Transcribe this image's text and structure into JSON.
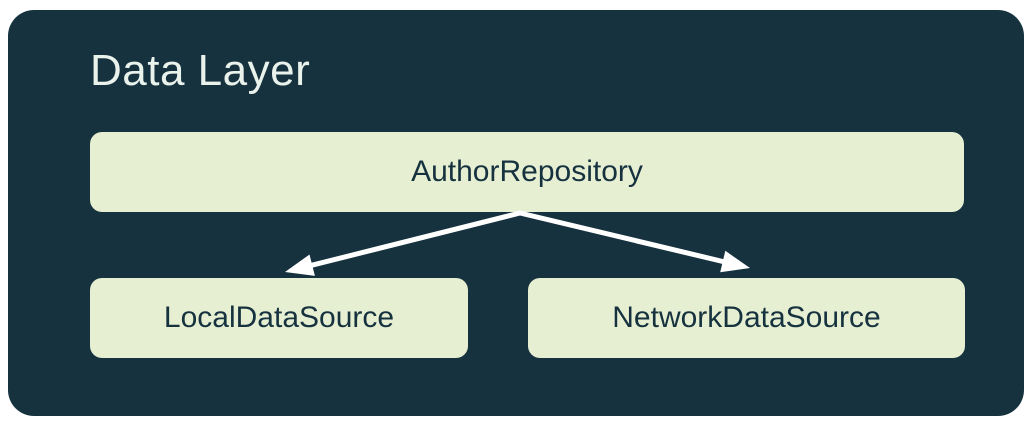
{
  "diagram": {
    "title": "Data Layer",
    "nodes": {
      "repository": {
        "label": "AuthorRepository"
      },
      "local": {
        "label": "LocalDataSource"
      },
      "network": {
        "label": "NetworkDataSource"
      }
    },
    "edges": [
      {
        "from": "AuthorRepository",
        "to": "LocalDataSource"
      },
      {
        "from": "AuthorRepository",
        "to": "NetworkDataSource"
      }
    ],
    "colors": {
      "page_background": "#ffffff",
      "container_background": "#16323f",
      "node_fill": "#e7efd3",
      "node_text": "#16323f",
      "title_text": "#eaf2ec",
      "arrow": "#ffffff"
    }
  }
}
